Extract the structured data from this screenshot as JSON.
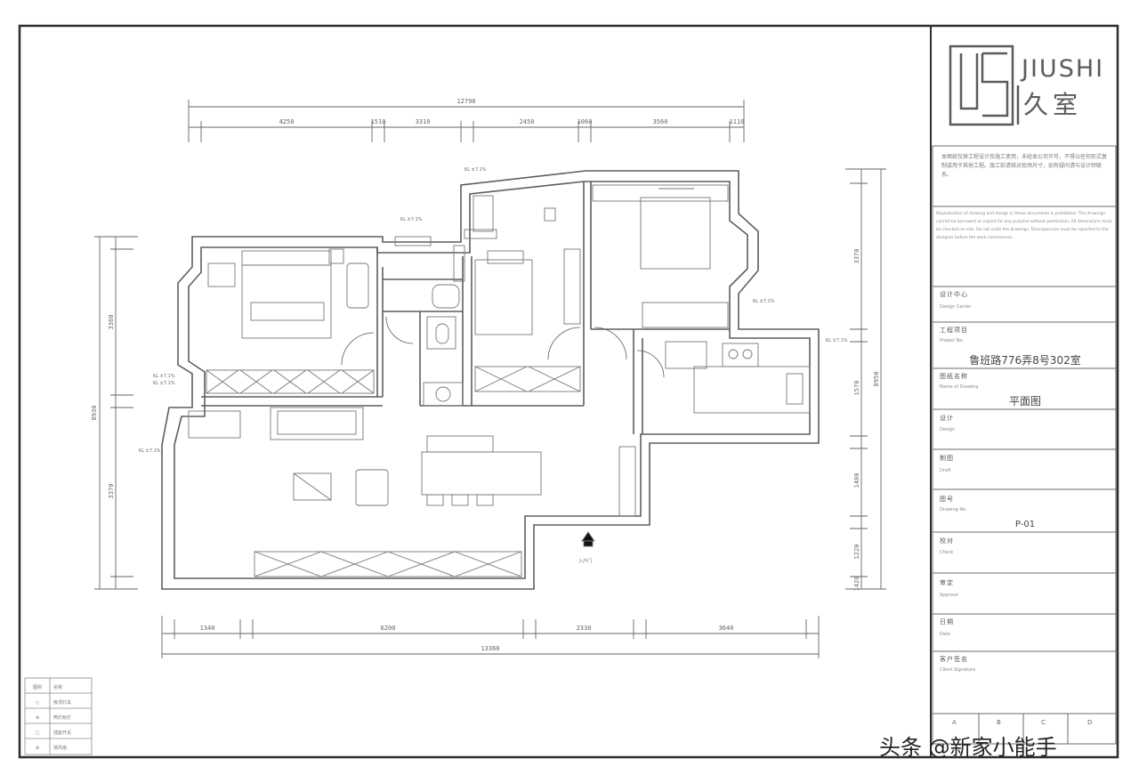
{
  "brand": {
    "name_en": "JIUSHI",
    "name_cn": "久室",
    "logo_text": "JS"
  },
  "notice": {
    "cn": "本图纸仅供工程设计及施工使用，未经本公司许可，不得以任何形式复制或用于其他工程。施工前请核对现场尺寸，如有疑问请与设计师联系。",
    "en": "Reproduction of drawing and design in these documents is prohibited. The drawings cannot be borrowed or copied for any purpose without permission. All dimensions must be checked on site. Do not scale the drawings. Discrepancies must be reported to the designer before the work commences."
  },
  "title_block": {
    "design_center_label": "设计中心",
    "design_center_sub": "Design Center",
    "project_label": "工程项目",
    "project_sub": "Project No.",
    "project_value": "鲁班路776弄8号302室",
    "drawing_name_label": "图纸名称",
    "drawing_name_sub": "Name of Drawing",
    "drawing_name_value": "平面图",
    "design_label": "设计",
    "design_sub": "Design",
    "draw_label": "制图",
    "draw_sub": "Draft",
    "number_label": "图号",
    "number_sub": "Drawing No.",
    "number_value": "P-01",
    "check_label": "校对",
    "check_sub": "Check",
    "approve_label": "审定",
    "approve_sub": "Approve",
    "date_label": "日期",
    "date_sub": "Date",
    "client_label": "客户签名",
    "client_sub": "Client Signature",
    "sign_a": "A",
    "sign_b": "B",
    "sign_c": "C",
    "sign_d": "D"
  },
  "plan": {
    "dims_top": [
      "12790",
      "4250",
      "1510",
      "3310",
      "2450",
      "1060",
      "3560",
      "1110"
    ],
    "dims_bottom": [
      "13360",
      "1340",
      "6200",
      "2330",
      "3640"
    ],
    "dims_left": [
      "8930",
      "3360",
      "3370"
    ],
    "dims_right": [
      "8950",
      "3370",
      "1570",
      "1480",
      "1220",
      "1420"
    ],
    "room_labels": [
      "KL  ±7.1%",
      "KL  ±7.1%",
      "KL  ±7.1%",
      "KL  ±7.1%",
      "KL  ±7.1%",
      "KL  ±7.1%",
      "KL  ±7.1%"
    ],
    "entrance_label": "入户门"
  },
  "legend": {
    "rows": [
      {
        "symbol": "图例",
        "text": "名称"
      },
      {
        "symbol": "○",
        "text": "吸顶灯具"
      },
      {
        "symbol": "⊕",
        "text": "筒灯射灯"
      },
      {
        "symbol": "□",
        "text": "插座开关"
      },
      {
        "symbol": "⊗",
        "text": "排风扇"
      }
    ]
  },
  "watermark": "头条 @新家小能手",
  "colors": {
    "line": "#6b6b6b",
    "frame": "#3a3a3a",
    "title_text": "#4a4a4a"
  }
}
